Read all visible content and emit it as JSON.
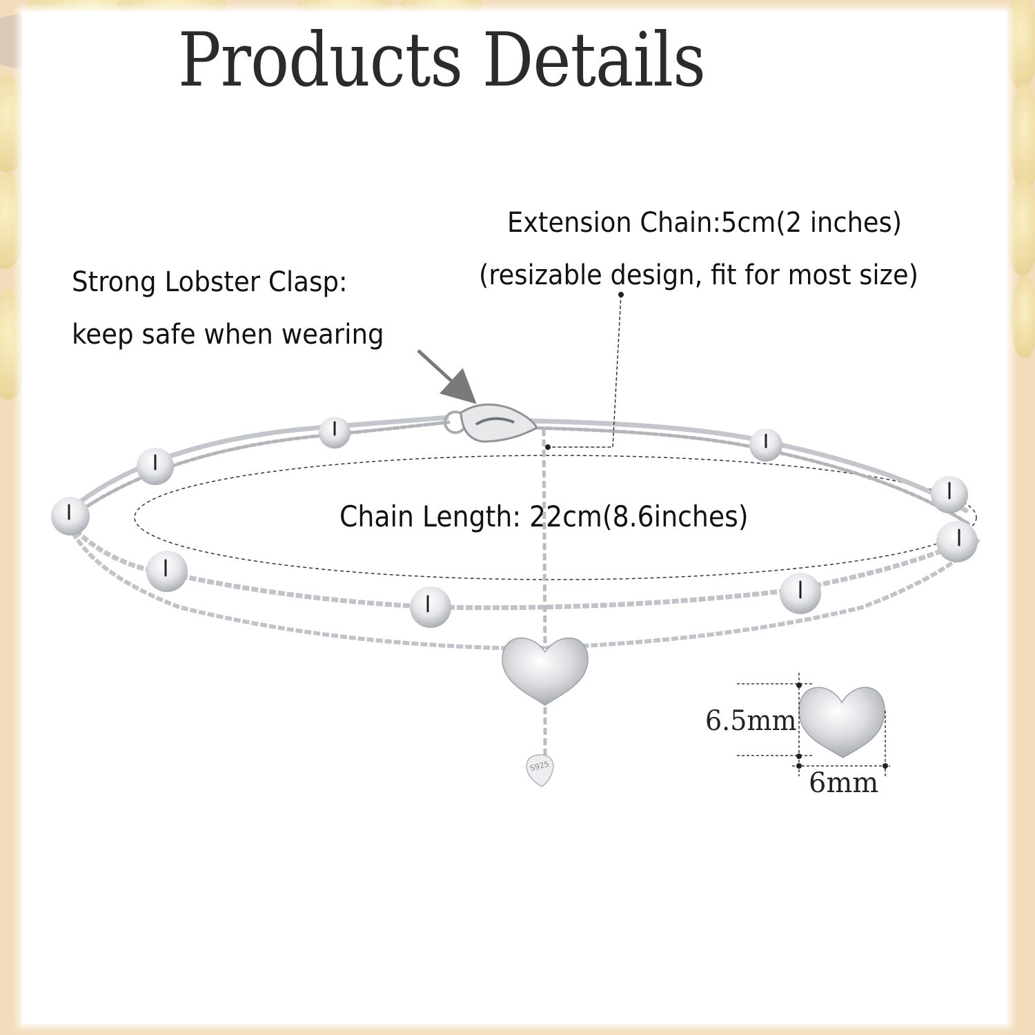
{
  "page": {
    "title": "Products Details",
    "background": {
      "frame_color": "#f3dcbb",
      "flower_color": "#f3e4a8",
      "panel_color": "#ffffff"
    }
  },
  "annotations": {
    "clasp": {
      "line1": "Strong Lobster Clasp:",
      "line2": "keep safe when wearing"
    },
    "extension": {
      "line1": "Extension Chain:5cm(2 inches)",
      "line2": "(resizable design, fit for most size)"
    },
    "chain_length": "Chain Length:  22cm(8.6inches)",
    "charm_dimensions": {
      "height": "6.5mm",
      "width": "6mm"
    },
    "tag_stamp": "S925"
  },
  "product": {
    "name": "Double layer beaded heart anklet",
    "material_color": "#c9ccd0",
    "charm": "heart-icon"
  }
}
